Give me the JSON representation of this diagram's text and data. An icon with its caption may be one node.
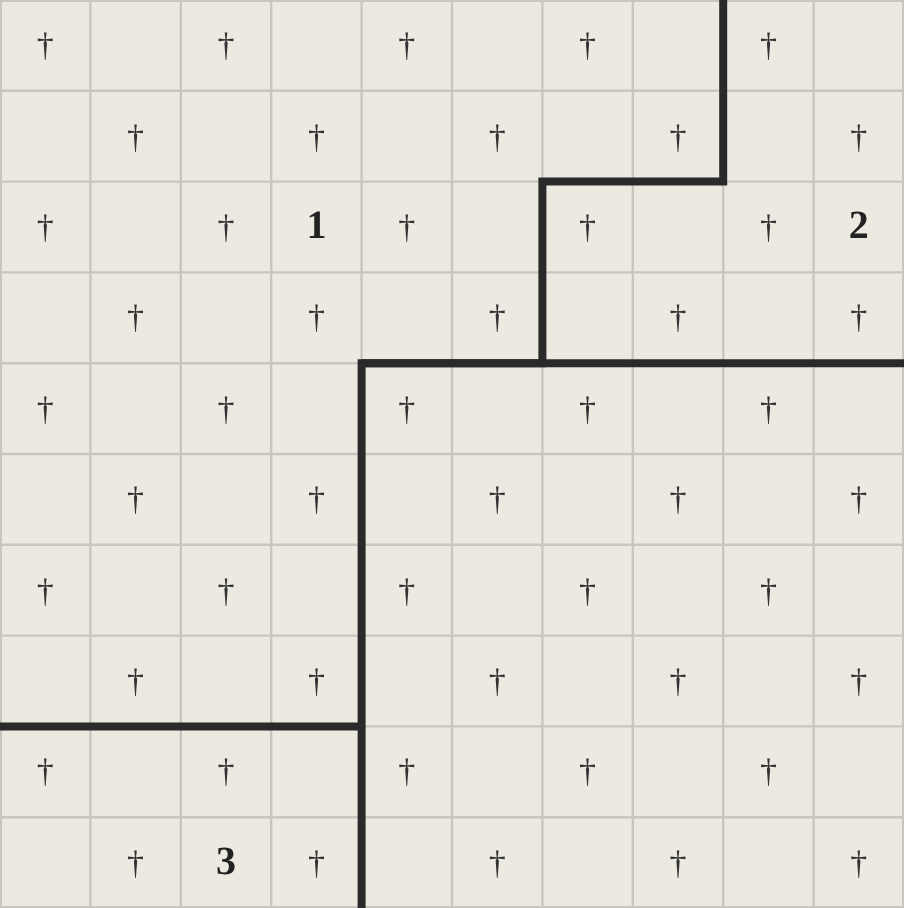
{
  "diagram": {
    "labels": [
      "†",
      "†",
      "†",
      "†",
      "†",
      "†",
      "†",
      "†",
      "†",
      "†",
      "†",
      "†",
      "1",
      "†",
      "†",
      "†",
      "2",
      "†",
      "†",
      "†",
      "†",
      "†",
      "†",
      "†",
      "†",
      "†",
      "†",
      "†",
      "†",
      "†",
      "†",
      "†",
      "†",
      "†",
      "†",
      "†",
      "†",
      "†",
      "†",
      "†",
      "†",
      "†",
      "†",
      "†",
      "†",
      "†",
      "†",
      "†",
      "3",
      "†",
      "†",
      "†",
      "†"
    ]
  }
}
